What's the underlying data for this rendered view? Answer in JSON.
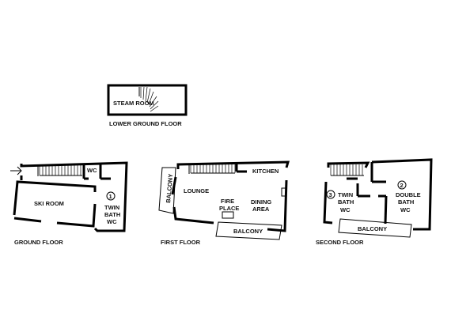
{
  "floors": {
    "lower_ground": {
      "title": "LOWER GROUND FLOOR",
      "rooms": {
        "steam_room": "STEAM ROOM"
      }
    },
    "ground": {
      "title": "GROUND FLOOR",
      "rooms": {
        "ski_room": "SKI ROOM",
        "wc": "WC",
        "bedroom_number": "1",
        "bedroom_line1": "TWIN",
        "bedroom_line2": "BATH",
        "bedroom_line3": "WC"
      }
    },
    "first": {
      "title": "FIRST FLOOR",
      "rooms": {
        "balcony_side": "BALCONY",
        "kitchen": "KITCHEN",
        "lounge": "LOUNGE",
        "fireplace_line1": "FIRE",
        "fireplace_line2": "PLACE",
        "dining_line1": "DINING",
        "dining_line2": "AREA",
        "balcony_front": "BALCONY"
      }
    },
    "second": {
      "title": "SECOND FLOOR",
      "rooms": {
        "bedroom3_number": "3",
        "bedroom3_line1": "TWIN",
        "bedroom3_line2": "BATH",
        "bedroom3_line3": "WC",
        "bedroom2_number": "2",
        "bedroom2_line1": "DOUBLE",
        "bedroom2_line2": "BATH",
        "bedroom2_line3": "WC",
        "balcony": "BALCONY"
      }
    }
  }
}
